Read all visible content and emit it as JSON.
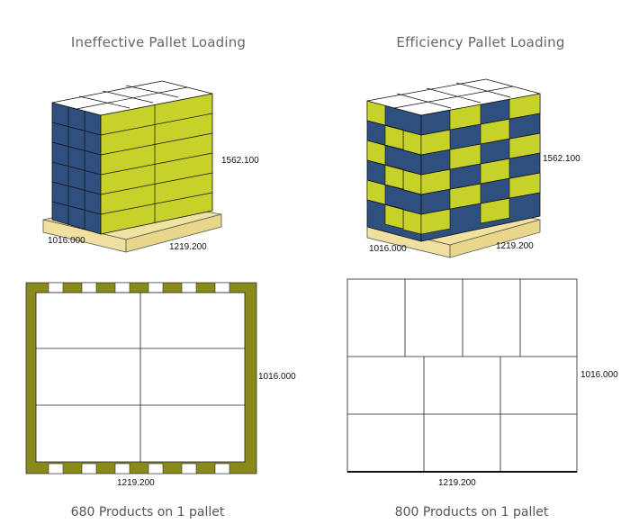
{
  "left": {
    "title": "Ineffective Pallet Loading",
    "caption": "680 Products on 1 pallet",
    "height_label": "1562.100",
    "depth_label": "1016.000",
    "width_label": "1219.200",
    "plan_height_label": "1016.000",
    "plan_width_label": "1219.200"
  },
  "right": {
    "title": "Efficiency Pallet Loading",
    "caption": "800 Products on 1 pallet",
    "height_label": "1562.100",
    "depth_label": "1016.000",
    "width_label": "1219.200",
    "plan_height_label": "1016.000",
    "plan_width_label": "1219.200"
  },
  "colors": {
    "box_blue": "#2f4f7f",
    "box_yellow": "#c6d12a",
    "box_top": "#ffffff",
    "pallet": "#f0e2a0",
    "plan_frame": "#8a8a1a"
  }
}
